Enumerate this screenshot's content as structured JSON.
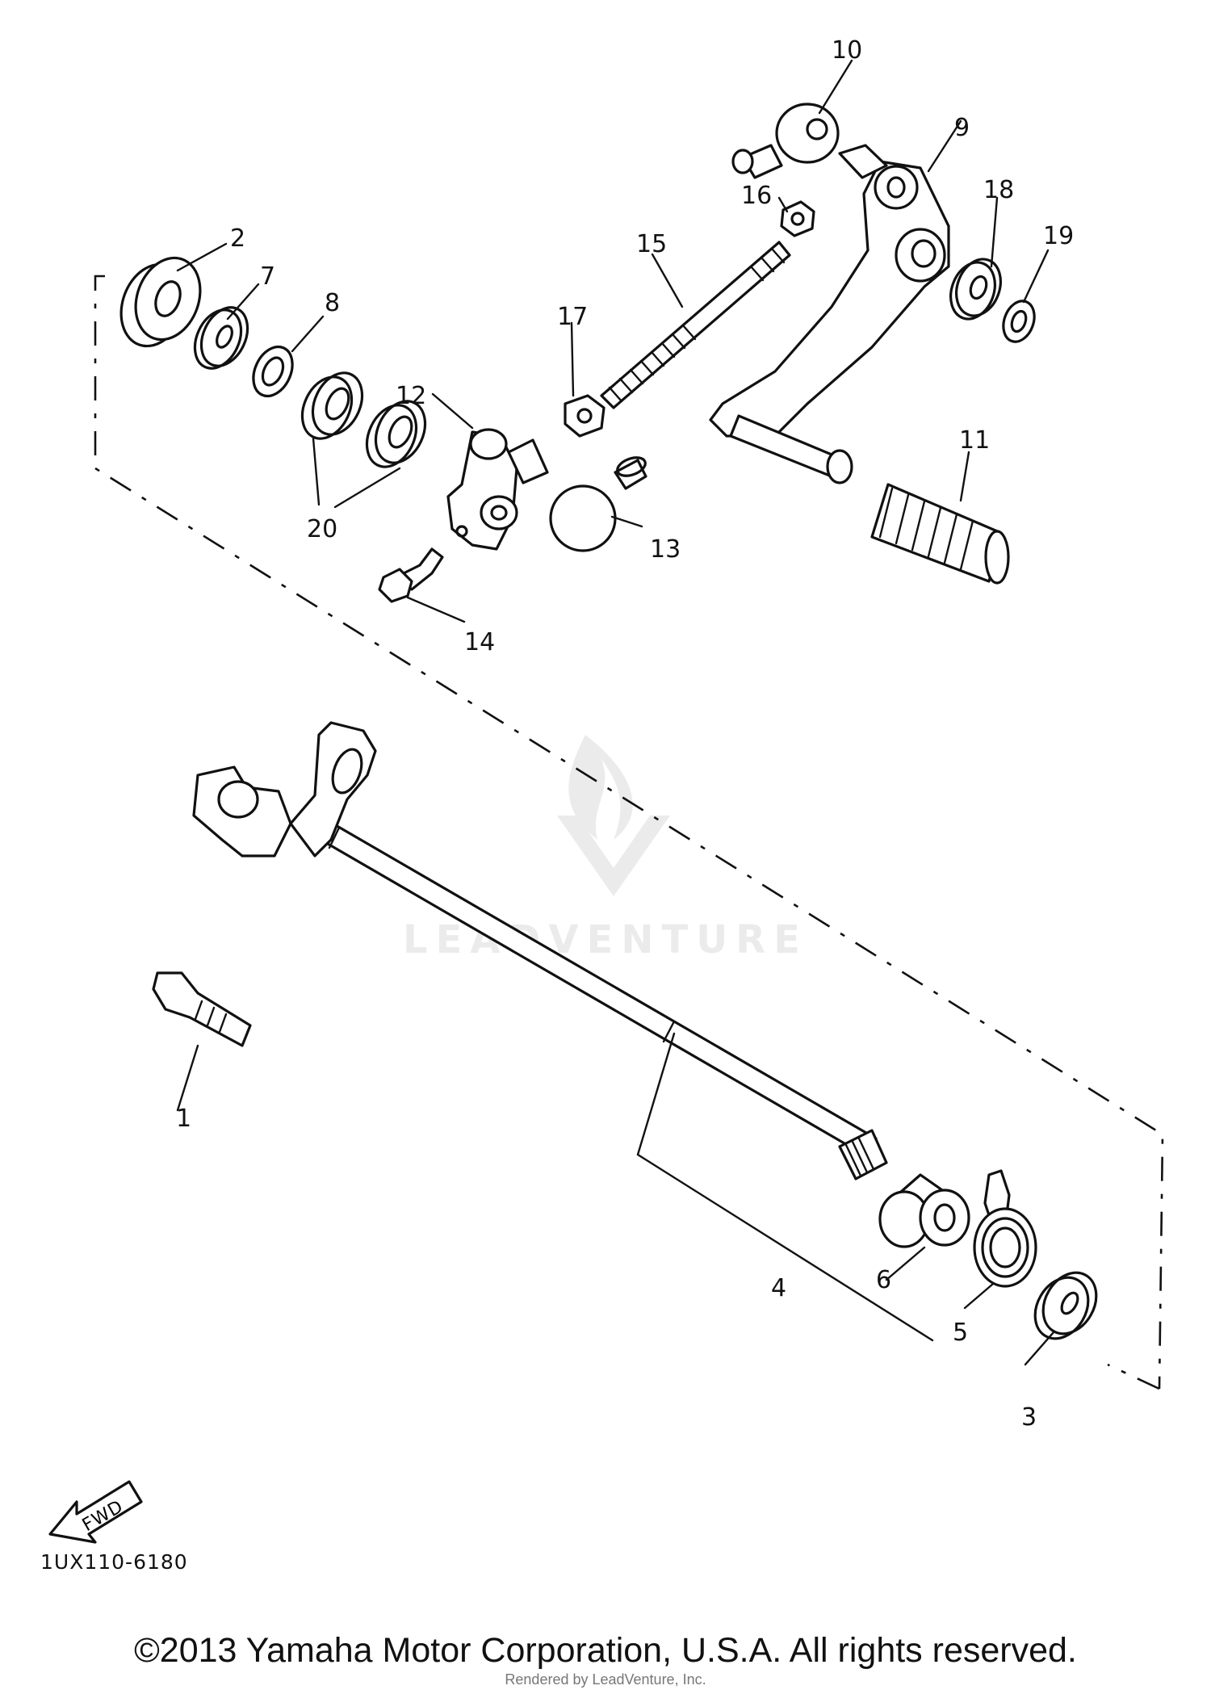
{
  "diagram": {
    "code": "1UX110-6180",
    "direction_label": "FWD",
    "watermark": "LEADVENTURE",
    "callouts": {
      "p1": "1",
      "p2": "2",
      "p3": "3",
      "p4": "4",
      "p5": "5",
      "p6": "6",
      "p7": "7",
      "p8": "8",
      "p9": "9",
      "p10": "10",
      "p11": "11",
      "p12": "12",
      "p13": "13",
      "p14": "14",
      "p15": "15",
      "p16": "16",
      "p17": "17",
      "p18": "18",
      "p19": "19",
      "p20": "20"
    }
  },
  "footer": {
    "copyright": "©2013 Yamaha Motor Corporation, U.S.A. All rights reserved.",
    "rendered_by": "Rendered by LeadVenture, Inc."
  },
  "colors": {
    "ink": "#111111",
    "background": "#ffffff",
    "watermark": "#e6e6e6"
  }
}
